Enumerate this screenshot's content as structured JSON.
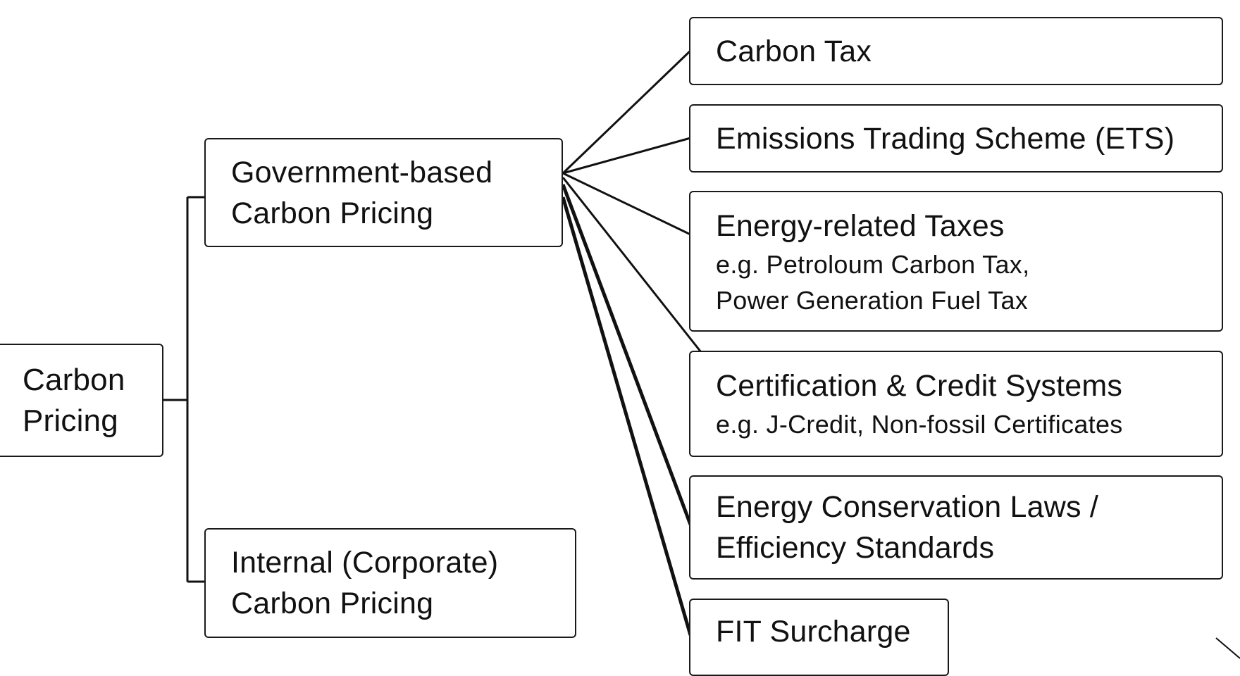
{
  "root": {
    "label": "Carbon\nPricing"
  },
  "branches": {
    "government": {
      "label": "Government-based\nCarbon Pricing"
    },
    "internal": {
      "label": "Internal (Corporate)\nCarbon Pricing"
    }
  },
  "instruments": [
    {
      "title": "Carbon Tax",
      "detail": ""
    },
    {
      "title": "Emissions Trading Scheme (ETS)",
      "detail": ""
    },
    {
      "title": "Energy-related Taxes",
      "detail": "e.g. Petroloum Carbon Tax,\nPower Generation Fuel Tax"
    },
    {
      "title": "Certification & Credit Systems",
      "detail": "e.g. J-Credit, Non-fossil Certificates"
    },
    {
      "title": "Energy Conservation Laws /\nEfficiency Standards",
      "detail": ""
    },
    {
      "title": "FIT Surcharge",
      "detail": ""
    }
  ],
  "colors": {
    "line": "#111111",
    "border": "#1a1a1a",
    "background": "#ffffff"
  }
}
